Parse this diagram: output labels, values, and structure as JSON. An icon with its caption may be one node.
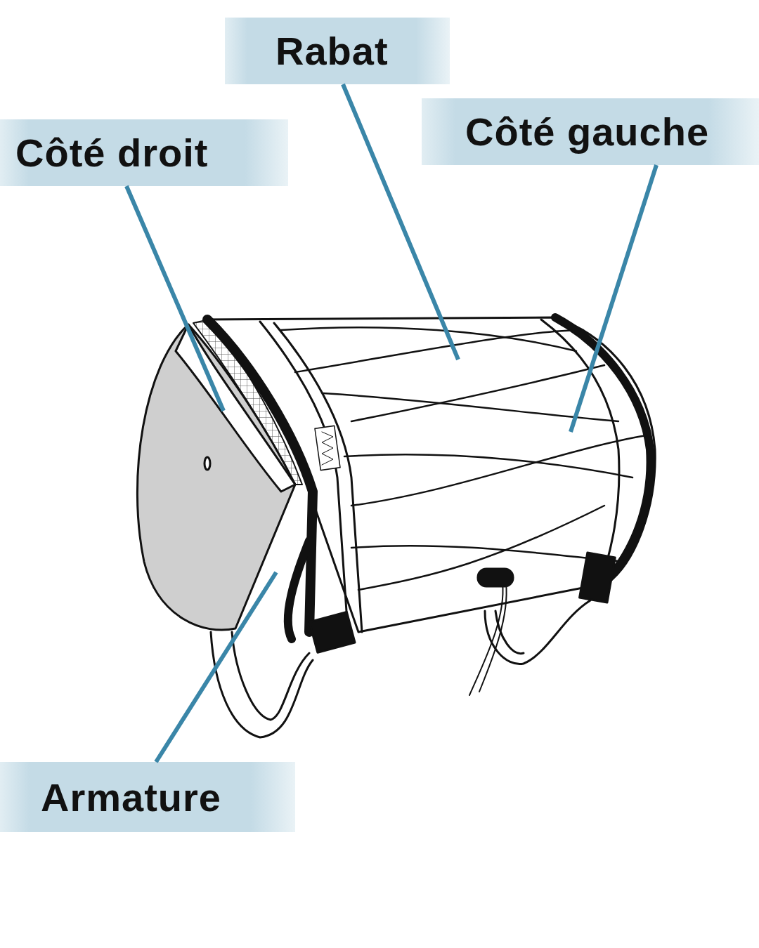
{
  "diagram": {
    "nodes": [
      {
        "text": [
          "Rabat"
        ]
      },
      {
        "text": [
          "Côté droit"
        ]
      },
      {
        "text": [
          "Côté gauche"
        ]
      },
      {
        "text": [
          "Armature"
        ]
      }
    ],
    "edges": [
      {
        "from": 0,
        "to": null,
        "arrow": "none"
      },
      {
        "from": 1,
        "to": null,
        "arrow": "none"
      },
      {
        "from": 2,
        "to": null,
        "arrow": "none"
      },
      {
        "from": 3,
        "to": null,
        "arrow": "none"
      }
    ]
  }
}
